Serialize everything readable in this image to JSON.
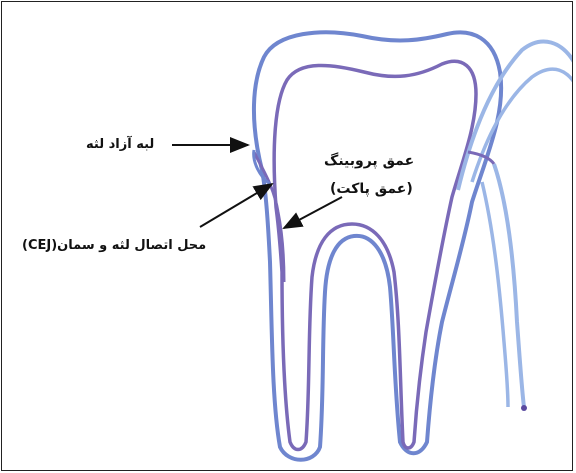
{
  "labels": {
    "free_gingiva": "لبه آزاد لثه",
    "probing_depth_line1": "عمق پروبینگ",
    "probing_depth_line2": "(عمق پاکت)",
    "cej": "محل اتصال لثه و سمان(CEJ)"
  },
  "colors": {
    "tooth_outline": "#6f86cf",
    "tooth_inner": "#7a6ab8",
    "gingiva": "#9bb6e6",
    "arrow": "#111111",
    "border": "#222222"
  }
}
